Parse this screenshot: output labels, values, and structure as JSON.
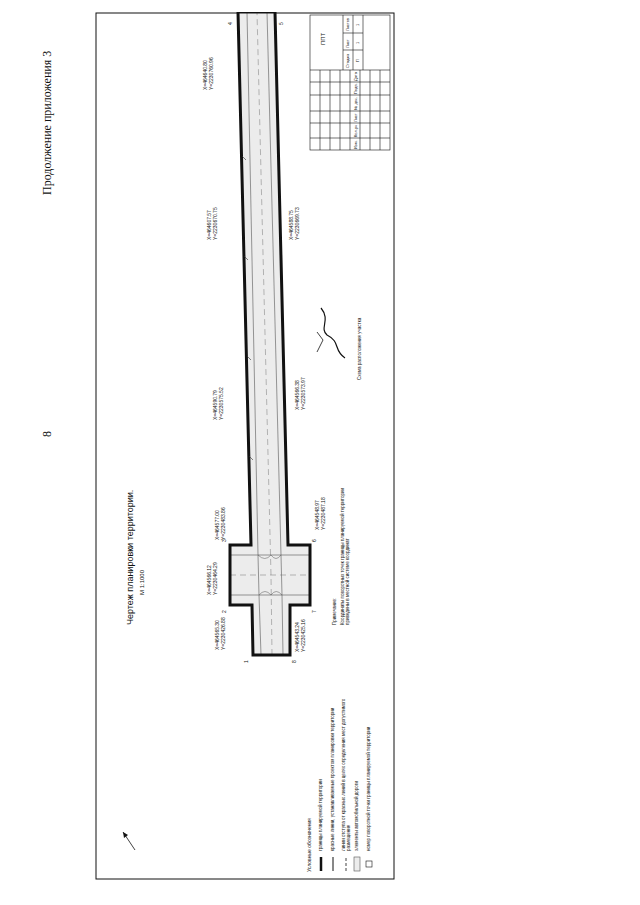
{
  "diagram": {
    "title": "Чертеж планировки территории.",
    "labels": [
      "Продолжение приложения 3",
      "8",
      "М 1:1000",
      "Условные обозначения",
      "Схема расположения участка",
      "Примечание:",
      "Координаты поворотных точек границы планируемой территории приведены в местной системе координат",
      "X=464565.30 Y=2230426.88",
      "X=464566.12 Y=2230464.29",
      "X=464577.00 Y=2230483.86",
      "X=464590.79 Y=2230575.52",
      "X=464607.57 Y=2230670.75",
      "X=464640.80 Y=2230760.96",
      "X=464543.24 Y=2230425.16",
      "X=464548.97 Y=2230487.18",
      "X=464566.38 Y=2230573.97",
      "X=464588.75 Y=2230669.73",
      "1",
      "2",
      "3",
      "4",
      "5",
      "6",
      "7",
      "8",
      "Изм.",
      "Кол.уч",
      "Лист",
      "№ док.",
      "Подп.",
      "Дата",
      "Стадия",
      "Лист",
      "Листов",
      "П",
      "1",
      "1",
      "ППТ"
    ],
    "legend": [
      {
        "text": "границы планируемой территории"
      },
      {
        "text": "красные линии, устанавливаемые проектом планировки территории"
      },
      {
        "text": "линии отступа от красных линий в целях определения мест допустимого размещения"
      },
      {
        "text": "элементы автомобильной дороги"
      },
      {
        "text": "номер поворотной точки границы планируемой территории"
      }
    ]
  }
}
